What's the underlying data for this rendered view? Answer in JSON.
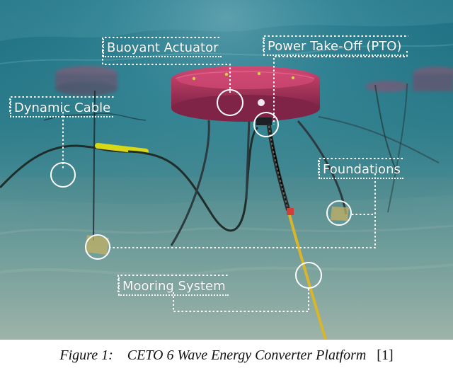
{
  "figure": {
    "labels": {
      "buoyant_actuator": "Buoyant Actuator",
      "pto": "Power Take-Off (PTO)",
      "dynamic_cable": "Dynamic Cable",
      "foundations": "Foundations",
      "mooring_system": "Mooring System"
    },
    "colors": {
      "water_top": "#1b7184",
      "water_bottom": "#7fa8a8",
      "buoy": "#a9365e",
      "cable_float": "#d5d20f",
      "mooring_line": "#d5b21d",
      "callout": "#ffffff"
    }
  },
  "caption": {
    "figure_label": "Figure 1:",
    "title": "CETO 6 Wave Energy Converter Platform",
    "reference": "[1]"
  }
}
